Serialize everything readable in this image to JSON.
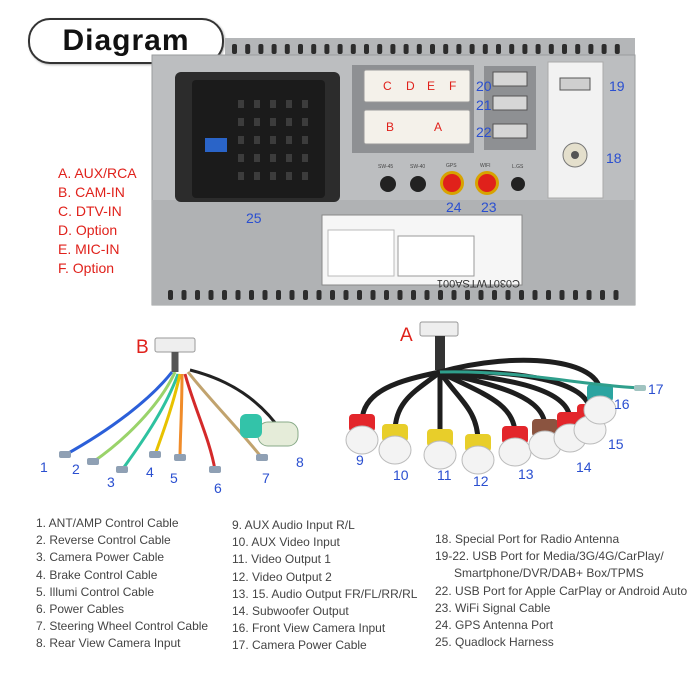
{
  "title": "Diagram",
  "head_unit": {
    "port_letters": [
      "C",
      "D",
      "E",
      "F",
      "B",
      "A"
    ],
    "sticker_code": "C030TWTSA001",
    "antenna_labels": [
      "SW-45",
      "SW-40",
      "GPS",
      "WIFI",
      "L.GS"
    ]
  },
  "port_legend": [
    "A. AUX/RCA",
    "B. CAM-IN",
    "C. DTV-IN",
    "D. Option",
    "E. MIC-IN",
    "F. Option"
  ],
  "unit_numbers": {
    "n25": "25",
    "n20": "20",
    "n21": "21",
    "n22": "22",
    "n19": "19",
    "n18": "18",
    "n24": "24",
    "n23": "23"
  },
  "harness_b_label": "B",
  "harness_a_label": "A",
  "harness_b_numbers": [
    "1",
    "2",
    "3",
    "4",
    "5",
    "6",
    "7",
    "8"
  ],
  "harness_a_numbers": [
    "9",
    "10",
    "11",
    "12",
    "13",
    "14",
    "15",
    "16",
    "17"
  ],
  "list_col1": [
    "1. ANT/AMP Control Cable",
    "2. Reverse Control Cable",
    "3. Camera Power Cable",
    "4. Brake Control Cable",
    "5. Illumi Control Cable",
    "6. Power Cables",
    "7. Steering Wheel Control Cable",
    "8. Rear View Camera Input"
  ],
  "list_col2": [
    "9. AUX Audio Input R/L",
    "10. AUX Video Input",
    "11. Video Output 1",
    "12. Video Output 2",
    "13. 15. Audio Output FR/FL/RR/RL",
    "14. Subwoofer Output",
    "16. Front View Camera Input",
    "17. Camera Power Cable"
  ],
  "list_col3": [
    "18. Special Port for Radio Antenna",
    "19-22. USB Port for Media/3G/4G/CarPlay/",
    "Smartphone/DVR/DAB+ Box/TPMS",
    "22. USB Port  for Apple CarPlay or  Android Auto",
    "23. WiFi Signal Cable",
    "24. GPS Antenna Port",
    "25. Quadlock Harness"
  ],
  "colors": {
    "red_label": "#e0211b",
    "blue_number": "#2a4fd0",
    "chassis": "#b9bbbd"
  }
}
